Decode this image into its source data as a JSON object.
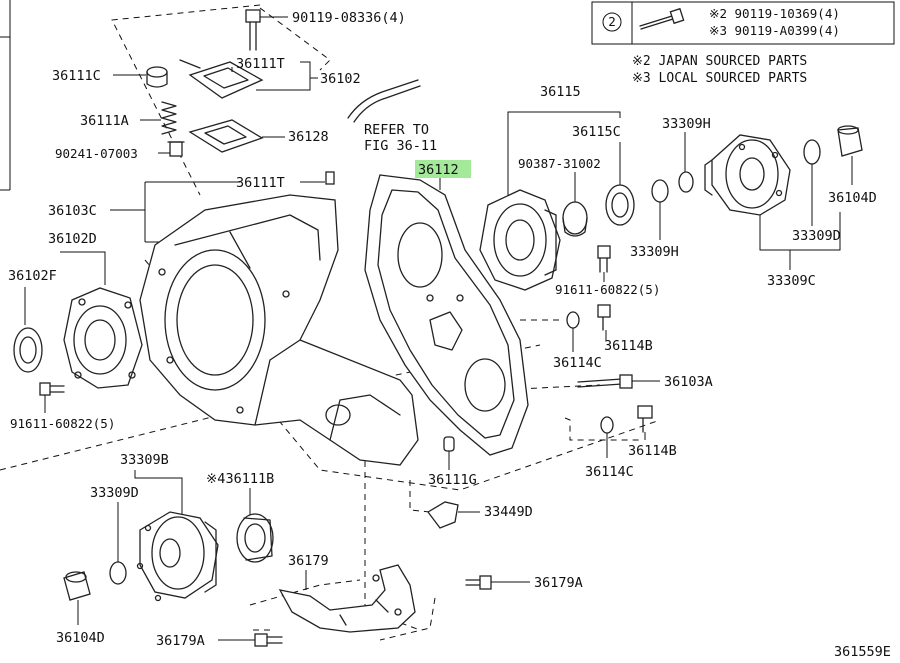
{
  "diagram_code": "361559E",
  "legend": {
    "circle_number": "2",
    "lines": [
      "※2 90119-10369(4)",
      "※3 90119-A0399(4)"
    ]
  },
  "notes": [
    "※2 JAPAN SOURCED PARTS",
    "※3 LOCAL SOURCED PARTS"
  ],
  "refer": {
    "line1": "REFER TO",
    "line2": "FIG 36-11"
  },
  "highlighted_part": "36112",
  "labels": {
    "p90119_08336": "90119-08336(4)",
    "p36111T_top": "36111T",
    "p36111C": "36111C",
    "p36102": "36102",
    "p36111A": "36111A",
    "p36128": "36128",
    "p90241": "90241-07003",
    "p36111T_mid": "36111T",
    "p36103C": "36103C",
    "p36102D": "36102D",
    "p36102F": "36102F",
    "p91611_left": "91611-60822(5)",
    "p36115": "36115",
    "p36115C": "36115C",
    "p33309H_top": "33309H",
    "p90387": "90387-31002",
    "p36104D_right": "36104D",
    "p33309H_bot": "33309H",
    "p33309D_right": "33309D",
    "p33309C": "33309C",
    "p91611_right": "91611-60822(5)",
    "p36114B_top": "36114B",
    "p36114C_top": "36114C",
    "p36103A": "36103A",
    "p36114B_bot": "36114B",
    "p36114C_bot": "36114C",
    "p33309B": "33309B",
    "p33309D_left": "33309D",
    "p36111B": "※436111B",
    "p36111G": "36111G",
    "p33449D": "33449D",
    "p36179": "36179",
    "p36179A_right": "36179A",
    "p36179A_left": "36179A",
    "p36104D_left": "36104D"
  }
}
